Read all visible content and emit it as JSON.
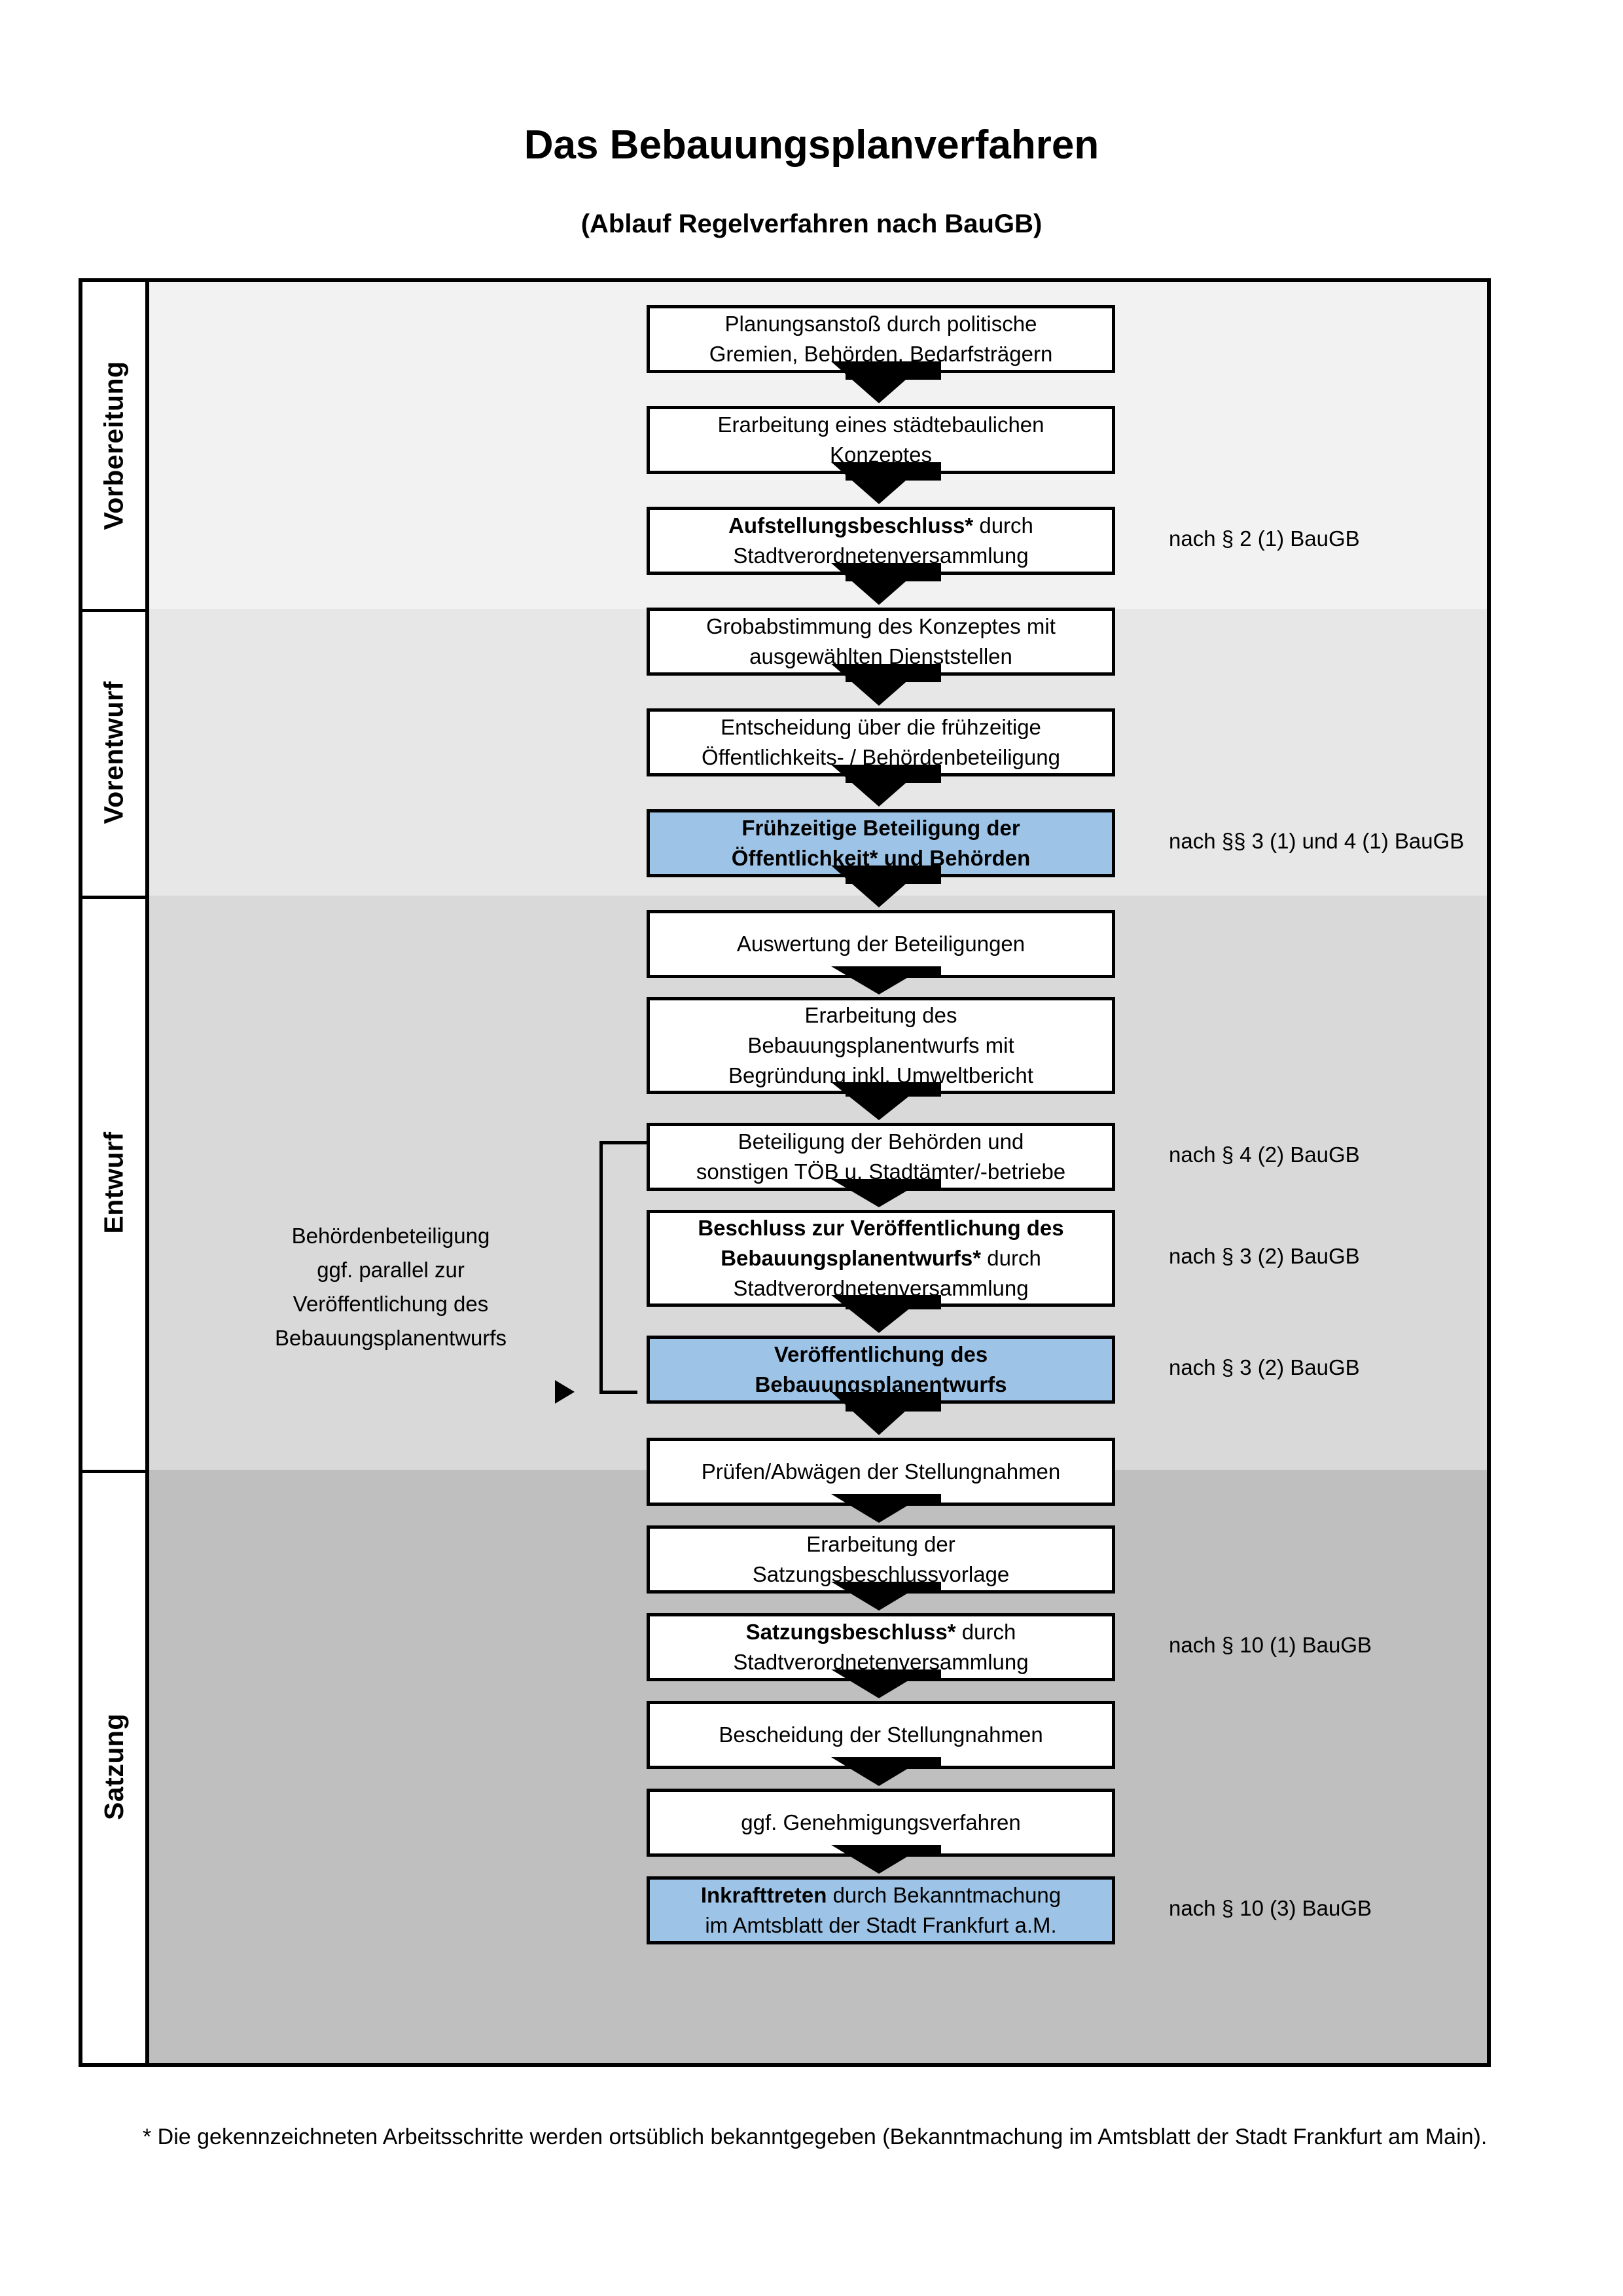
{
  "title": "Das Bebauungsplanverfahren",
  "subtitle": "(Ablauf Regelverfahren nach BauGB)",
  "colors": {
    "highlight_box": "#9DC3E6",
    "band_vorbereitung": "#F2F2F2",
    "band_vorentwurf": "#E7E7E7",
    "band_entwurf": "#D9D9D9",
    "band_satzung": "#BFBFBF",
    "border": "#000000"
  },
  "phases": [
    {
      "label": "Vorbereitung"
    },
    {
      "label": "Vorentwurf"
    },
    {
      "label": "Entwurf"
    },
    {
      "label": "Satzung"
    }
  ],
  "steps": [
    {
      "id": "s1",
      "phase": "Vorbereitung",
      "highlight": false,
      "lines": [
        {
          "text": "Planungsanstoß durch politische",
          "bold": false
        },
        {
          "text": "Gremien, Behörden, Bedarfsträgern",
          "bold": false
        }
      ]
    },
    {
      "id": "s2",
      "phase": "Vorbereitung",
      "highlight": false,
      "lines": [
        {
          "text": "Erarbeitung eines städtebaulichen",
          "bold": false
        },
        {
          "text": "Konzeptes",
          "bold": false
        }
      ]
    },
    {
      "id": "s3",
      "phase": "Vorbereitung",
      "highlight": false,
      "lines": [
        {
          "text": "Aufstellungsbeschluss*",
          "bold": true,
          "suffix": " durch"
        },
        {
          "text": "Stadtverordnetenversammlung",
          "bold": false
        }
      ]
    },
    {
      "id": "s4",
      "phase": "Vorentwurf",
      "highlight": false,
      "lines": [
        {
          "text": "Grobabstimmung des Konzeptes mit",
          "bold": false
        },
        {
          "text": "ausgewählten Dienststellen",
          "bold": false
        }
      ]
    },
    {
      "id": "s5",
      "phase": "Vorentwurf",
      "highlight": false,
      "lines": [
        {
          "text": "Entscheidung über die frühzeitige",
          "bold": false
        },
        {
          "text": "Öffentlichkeits- / Behördenbeteiligung",
          "bold": false
        }
      ]
    },
    {
      "id": "s6",
      "phase": "Vorentwurf",
      "highlight": true,
      "lines": [
        {
          "text": "Frühzeitige Beteiligung der",
          "bold": true
        },
        {
          "text": "Öffentlichkeit* und Behörden",
          "bold": true
        }
      ]
    },
    {
      "id": "s7",
      "phase": "Entwurf",
      "highlight": false,
      "lines": [
        {
          "text": "Auswertung der Beteiligungen",
          "bold": false
        }
      ]
    },
    {
      "id": "s8",
      "phase": "Entwurf",
      "highlight": false,
      "lines": [
        {
          "text": "Erarbeitung des",
          "bold": false
        },
        {
          "text": "Bebauungsplanentwurfs mit",
          "bold": false
        },
        {
          "text": "Begründung inkl. Umweltbericht",
          "bold": false
        }
      ]
    },
    {
      "id": "s9",
      "phase": "Entwurf",
      "highlight": false,
      "lines": [
        {
          "text": "Beteiligung der Behörden und",
          "bold": false
        },
        {
          "text": "sonstigen TÖB u. Stadtämter/-betriebe",
          "bold": false
        }
      ]
    },
    {
      "id": "s10",
      "phase": "Entwurf",
      "highlight": false,
      "lines": [
        {
          "text": "Beschluss zur Veröffentlichung des",
          "bold": true
        },
        {
          "text": "Bebauungsplanentwurfs*",
          "bold": true,
          "suffix": " durch"
        },
        {
          "text": "Stadtverordnetenversammlung",
          "bold": false
        }
      ]
    },
    {
      "id": "s11",
      "phase": "Entwurf",
      "highlight": true,
      "lines": [
        {
          "text": "Veröffentlichung des",
          "bold": true
        },
        {
          "text": "Bebauungsplanentwurfs",
          "bold": true
        }
      ]
    },
    {
      "id": "s12",
      "phase": "Satzung",
      "highlight": false,
      "lines": [
        {
          "text": "Prüfen/Abwägen der Stellungnahmen",
          "bold": false
        }
      ]
    },
    {
      "id": "s13",
      "phase": "Satzung",
      "highlight": false,
      "lines": [
        {
          "text": "Erarbeitung der",
          "bold": false
        },
        {
          "text": "Satzungsbeschlussvorlage",
          "bold": false
        }
      ]
    },
    {
      "id": "s14",
      "phase": "Satzung",
      "highlight": false,
      "lines": [
        {
          "text": "Satzungsbeschluss*",
          "bold": true,
          "suffix": " durch"
        },
        {
          "text": "Stadtverordnetenversammlung",
          "bold": false
        }
      ]
    },
    {
      "id": "s15",
      "phase": "Satzung",
      "highlight": false,
      "lines": [
        {
          "text": "Bescheidung der Stellungnahmen",
          "bold": false
        }
      ]
    },
    {
      "id": "s16",
      "phase": "Satzung",
      "highlight": false,
      "lines": [
        {
          "text": "ggf. Genehmigungsverfahren",
          "bold": false
        }
      ]
    },
    {
      "id": "s17",
      "phase": "Satzung",
      "highlight": true,
      "lines": [
        {
          "text": "Inkrafttreten",
          "bold": true,
          "suffix": " durch Bekanntmachung"
        },
        {
          "text": "im Amtsblatt der Stadt Frankfurt a.M.",
          "bold": false
        }
      ]
    }
  ],
  "legal_refs": [
    {
      "id": "l1",
      "text": "nach § 2 (1) BauGB",
      "for_step": "s3"
    },
    {
      "id": "l2",
      "text": "nach §§ 3 (1) und 4 (1) BauGB",
      "for_step": "s6"
    },
    {
      "id": "l3",
      "text": "nach § 4 (2) BauGB",
      "for_step": "s9"
    },
    {
      "id": "l4",
      "text": "nach § 3 (2) BauGB",
      "for_step": "s10"
    },
    {
      "id": "l5",
      "text": "nach § 3 (2) BauGB",
      "for_step": "s11"
    },
    {
      "id": "l6",
      "text": "nach § 10 (1) BauGB",
      "for_step": "s14"
    },
    {
      "id": "l7",
      "text": "nach § 10 (3) BauGB",
      "for_step": "s17"
    }
  ],
  "side_note": {
    "lines": [
      "Behördenbeteiligung",
      "ggf. parallel zur",
      "Veröffentlichung des",
      "Bebauungsplanentwurfs"
    ]
  },
  "footnote": "* Die gekennzeichneten Arbeitsschritte werden ortsüblich bekanntgegeben (Bekanntmachung im Amtsblatt  der Stadt Frankfurt am Main)."
}
